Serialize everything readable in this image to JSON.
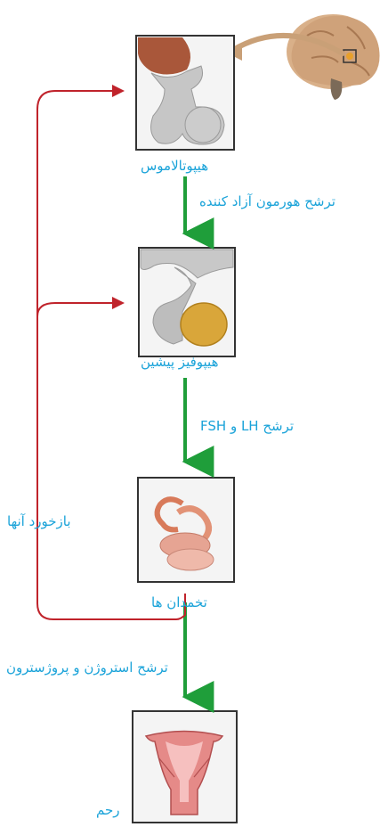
{
  "nodes": {
    "hypothalamus": "هیپوتالاموس",
    "anterior_pituitary": "هیپوفیز پیشین",
    "ovaries": "تخمدان ها",
    "uterus": "رحم"
  },
  "arrows": {
    "gnrh": "ترشح هورمون آزاد کننده",
    "fsh_lh": "ترشح LH و FSH",
    "estrogen_progesterone": "ترشح استروژن و پروژسترون",
    "feedback": "بازخورد آنها"
  },
  "colors": {
    "label_text": "#1aa3d9",
    "down_arrow": "#1f9e3a",
    "feedback_line": "#c0232b",
    "brain_arrow": "#c9a077",
    "frame": "#333333"
  }
}
